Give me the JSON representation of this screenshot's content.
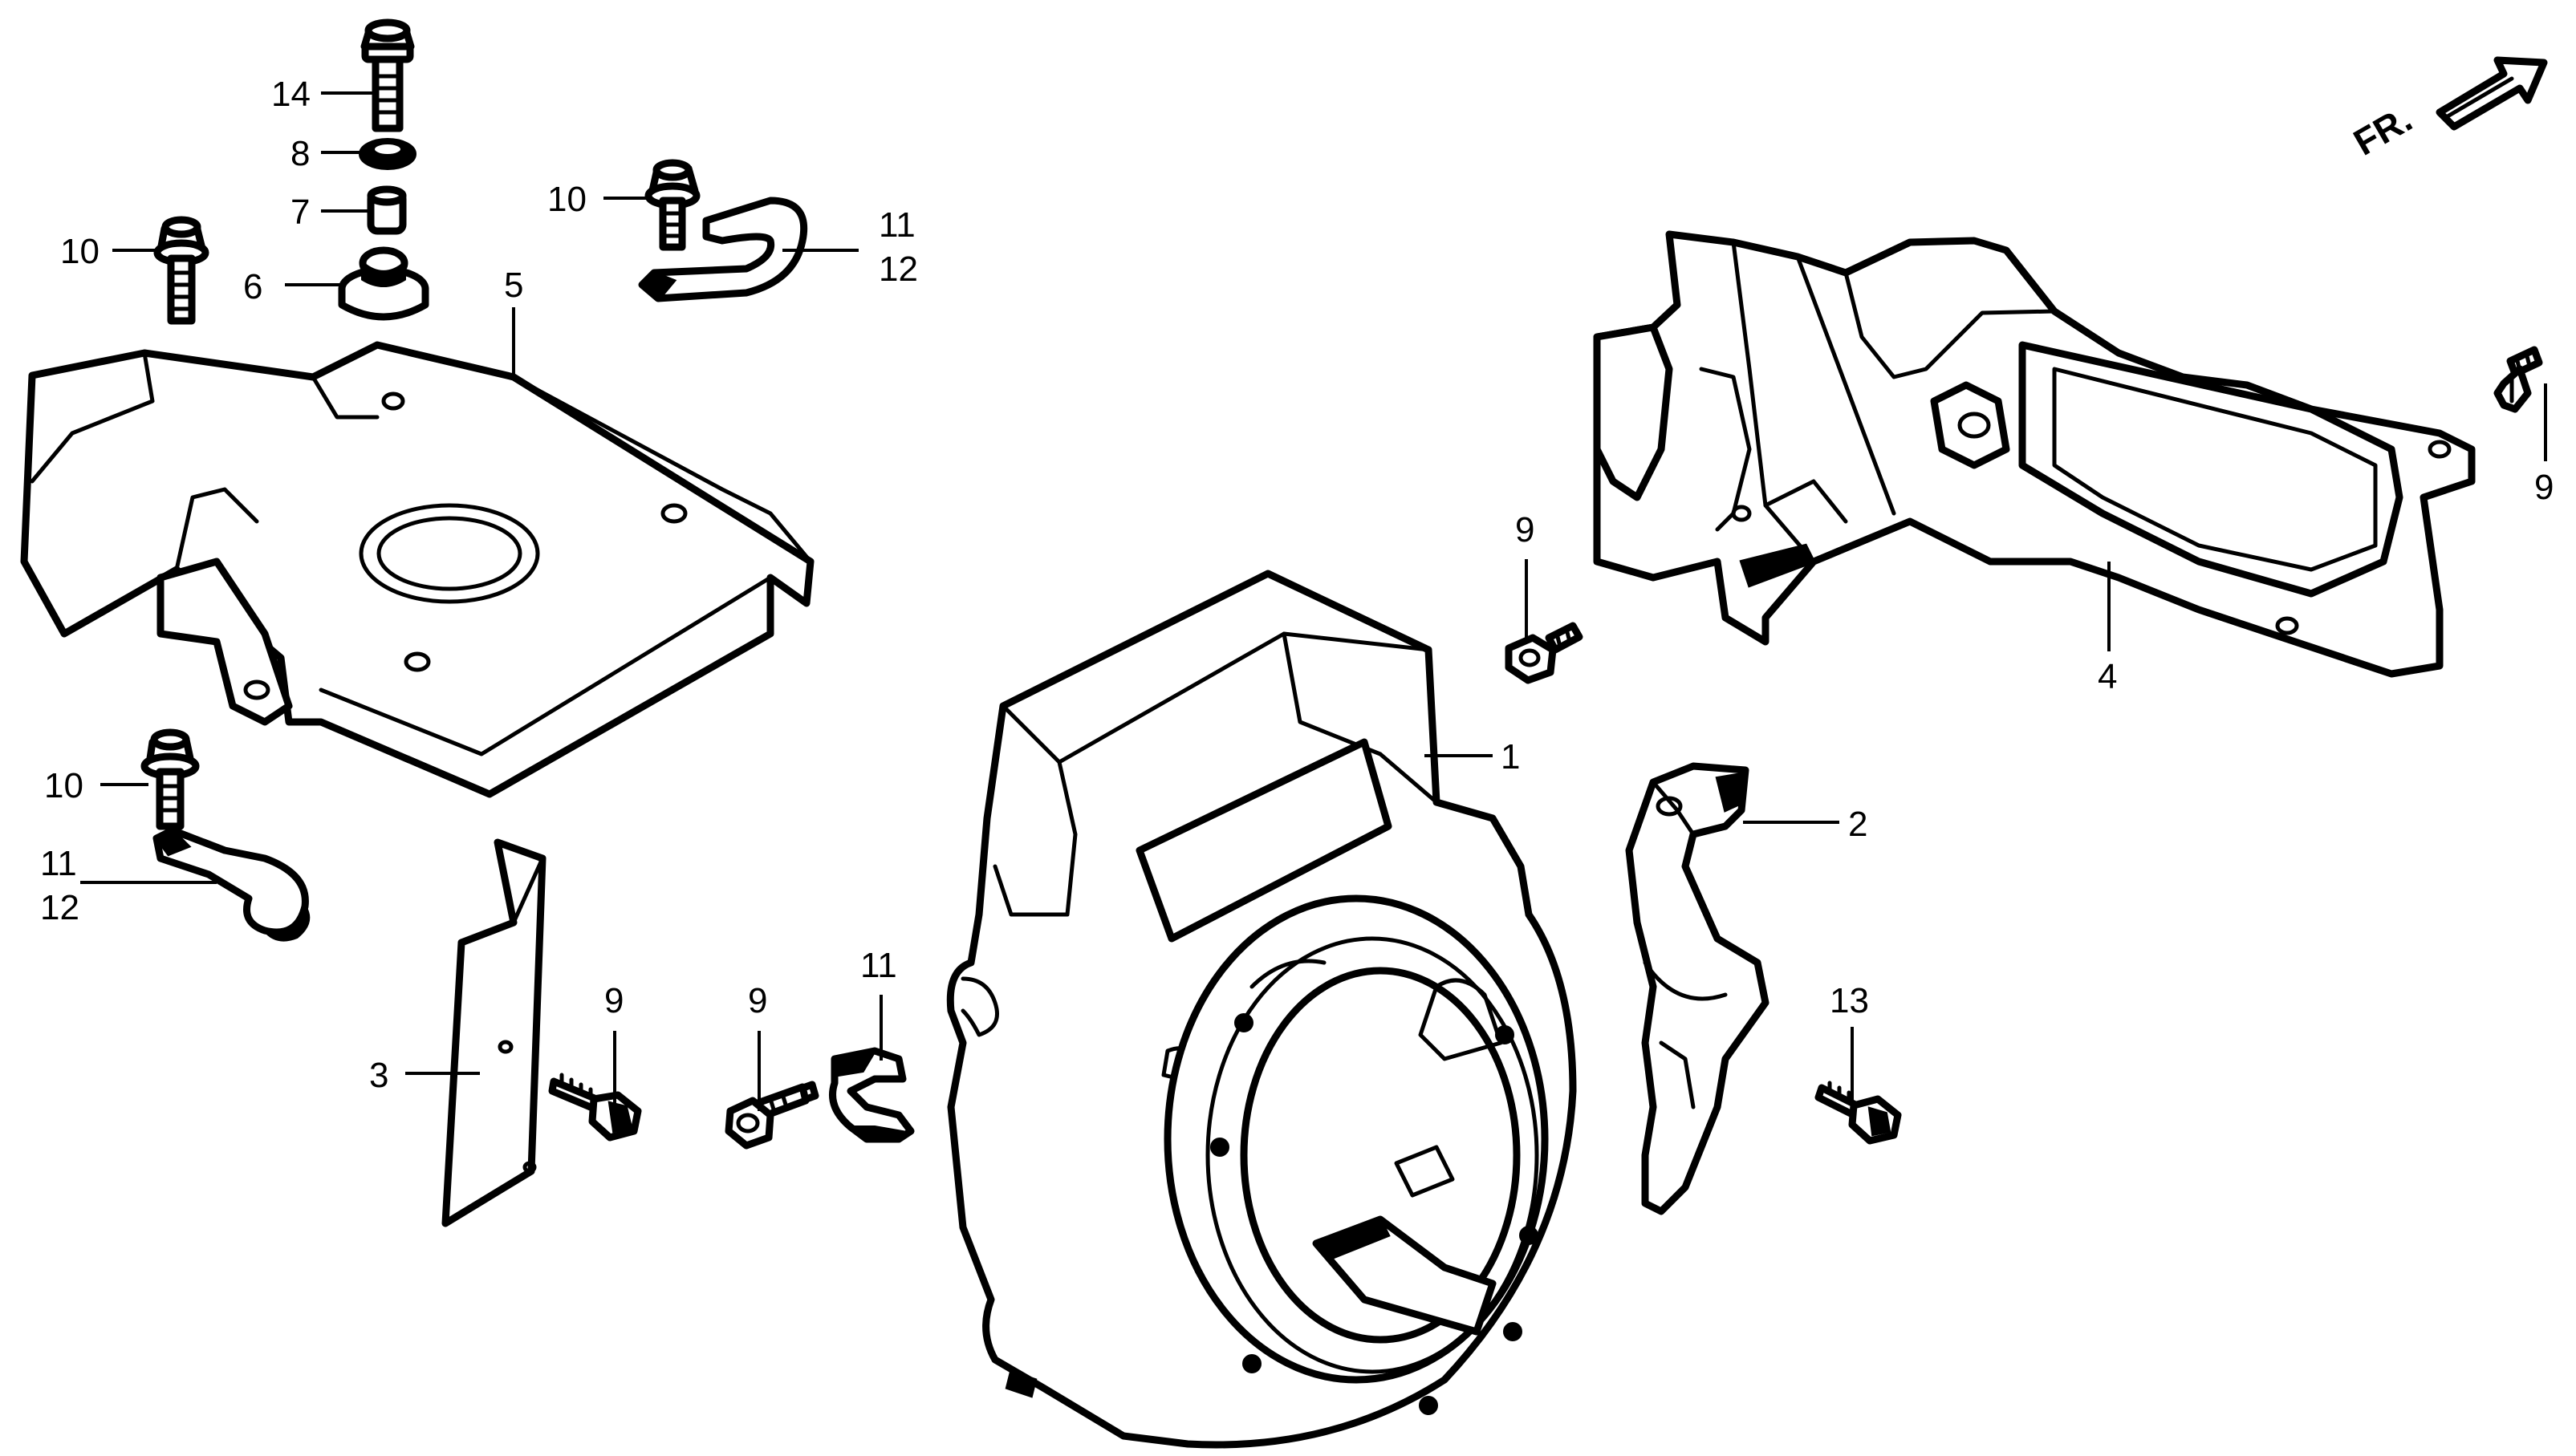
{
  "diagram": {
    "type": "exploded-parts-diagram",
    "direction_label": "FR.",
    "callouts": [
      {
        "id": "c14",
        "text": "14"
      },
      {
        "id": "c8",
        "text": "8"
      },
      {
        "id": "c7",
        "text": "7"
      },
      {
        "id": "c6",
        "text": "6"
      },
      {
        "id": "c10a",
        "text": "10"
      },
      {
        "id": "c5",
        "text": "5"
      },
      {
        "id": "c10b",
        "text": "10"
      },
      {
        "id": "c11a",
        "text": "11"
      },
      {
        "id": "c12a",
        "text": "12"
      },
      {
        "id": "c10c",
        "text": "10"
      },
      {
        "id": "c11b",
        "text": "11"
      },
      {
        "id": "c12b",
        "text": "12"
      },
      {
        "id": "c3",
        "text": "3"
      },
      {
        "id": "c9a",
        "text": "9"
      },
      {
        "id": "c9b",
        "text": "9"
      },
      {
        "id": "c11c",
        "text": "11"
      },
      {
        "id": "c1",
        "text": "1"
      },
      {
        "id": "c2",
        "text": "2"
      },
      {
        "id": "c13",
        "text": "13"
      },
      {
        "id": "c9c",
        "text": "9"
      },
      {
        "id": "c4",
        "text": "4"
      },
      {
        "id": "c9d",
        "text": "9"
      }
    ]
  }
}
